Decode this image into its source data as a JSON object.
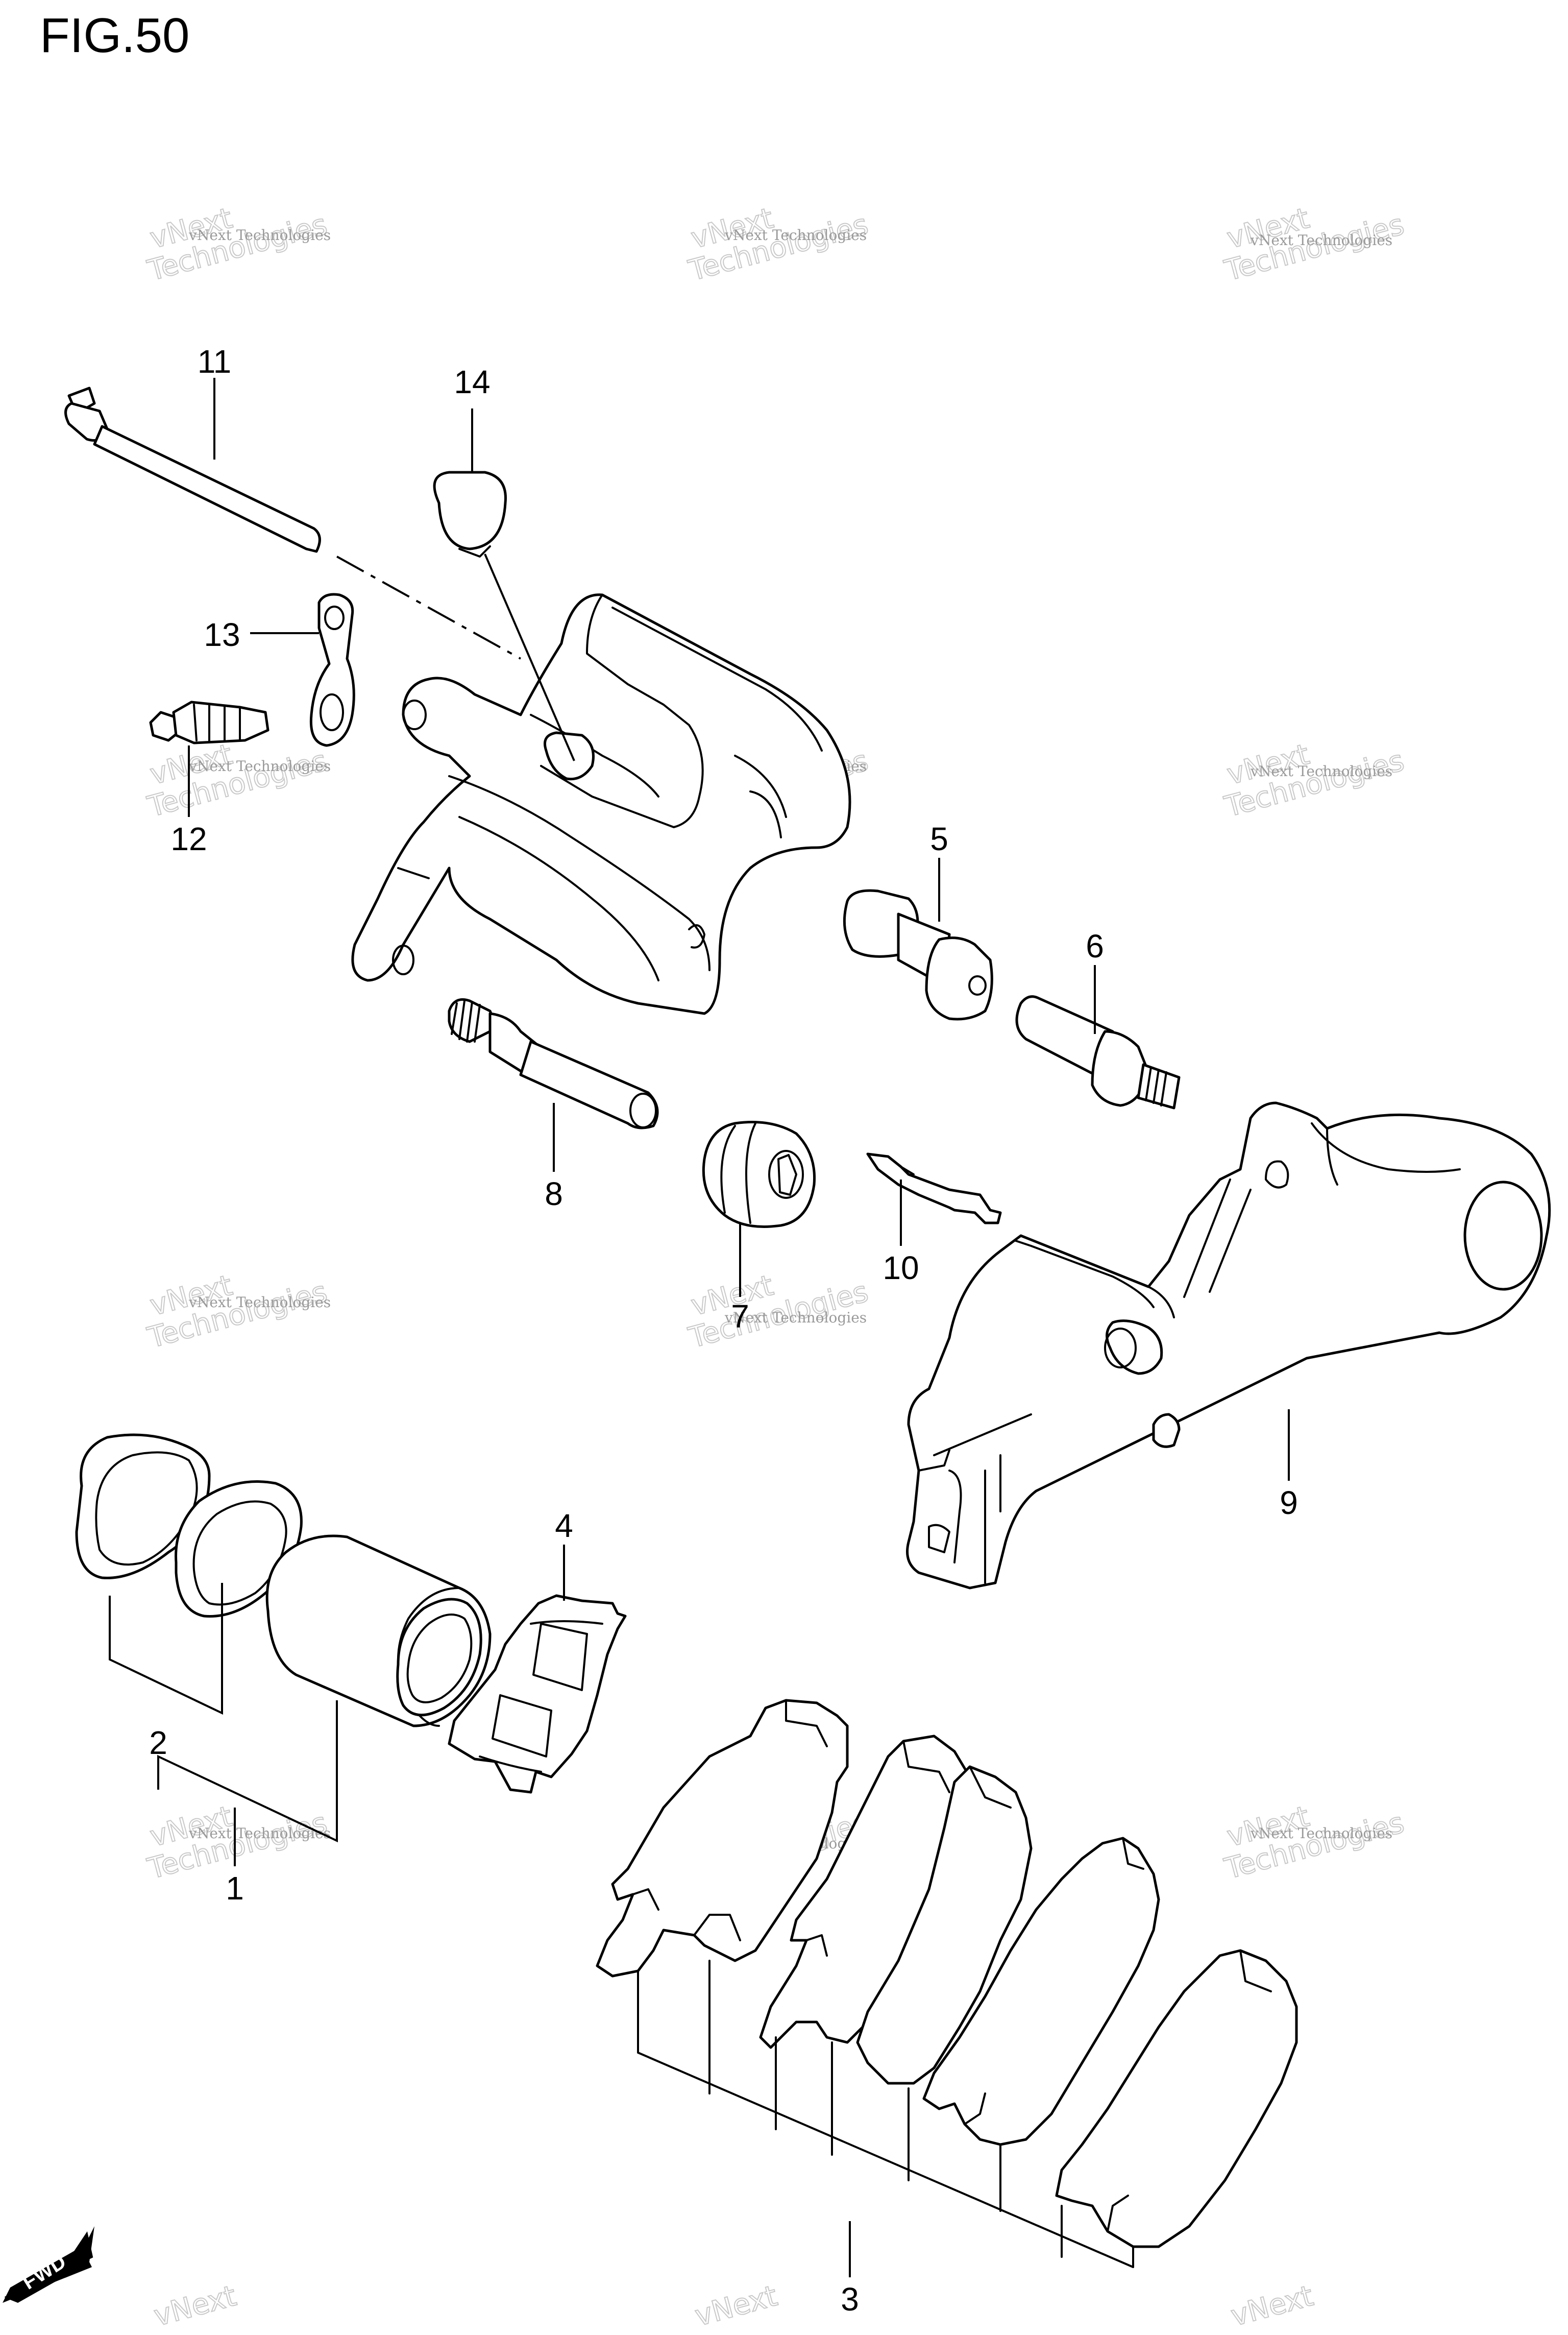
{
  "figure": {
    "title": "FIG.50"
  },
  "callouts": [
    "11",
    "14",
    "13",
    "12",
    "5",
    "6",
    "8",
    "7",
    "10",
    "9",
    "4",
    "2",
    "1",
    "3"
  ],
  "watermark": {
    "line1": "vNext Technologies",
    "line2": "vNext",
    "line3": "Technologies"
  },
  "direction_badge": {
    "label": "FWD"
  }
}
